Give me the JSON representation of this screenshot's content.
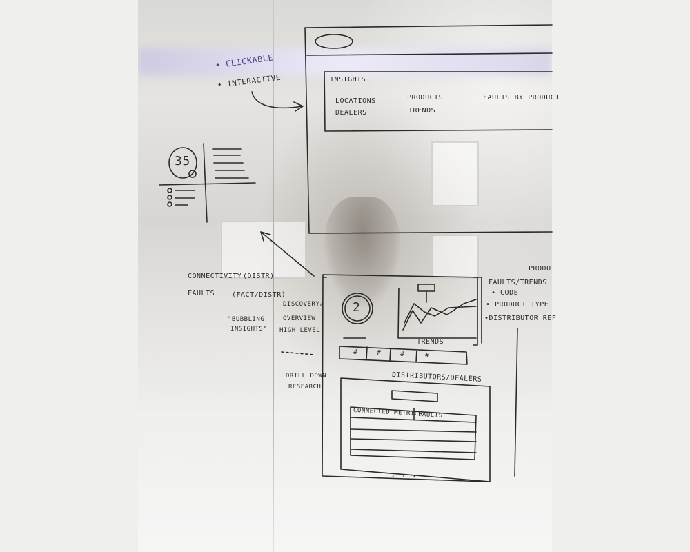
{
  "side_notes": {
    "clickable": "• CLICKABLE",
    "interactive": "• INTERACTIVE",
    "stat_number": "35",
    "connectivity": "CONNECTIVITY",
    "connectivity_tag": "(DISTR)",
    "faults": "FAULTS",
    "faults_tag": "(FACT/DISTR)",
    "bubbling": "\"BUBBLING",
    "insights": "INSIGHTS\""
  },
  "top_wireframe": {
    "section_title": "INSIGHTS",
    "nav": [
      "LOCATIONS",
      "PRODUCTS",
      "FAULTS BY PRODUCT",
      "DEALERS",
      "TRENDS"
    ]
  },
  "left_labels": {
    "discovery": "DISCOVERY/",
    "overview": "OVERVIEW",
    "high_level": "HIGH LEVEL",
    "drill_down": "DRILL DOWN",
    "research": "RESEARCH"
  },
  "dashboard_wireframe": {
    "gauge_value": "2",
    "trends_label": "TRENDS",
    "stat_tabs": [
      "#",
      "#",
      "#",
      "#"
    ],
    "section_title": "DISTRIBUTORS/DEALERS",
    "tabs": [
      "CONNECTED METRICS",
      "FAULTS"
    ],
    "more": ". . ."
  },
  "right_notes": {
    "product": "PRODU",
    "faults_trends": "FAULTS/TRENDS",
    "code": "• CODE",
    "product_type": "• PRODUCT TYPE",
    "distributor": "•DISTRIBUTOR REF"
  }
}
